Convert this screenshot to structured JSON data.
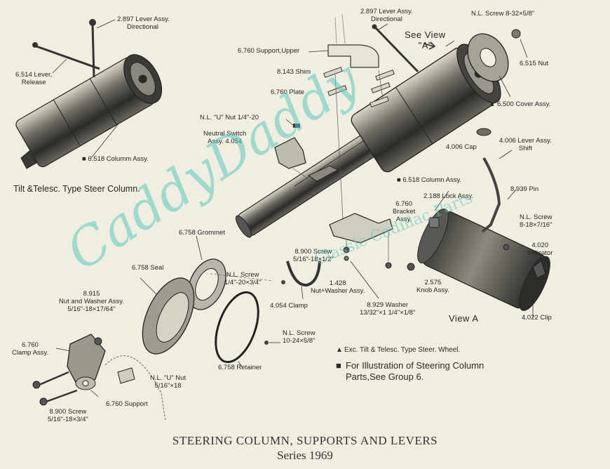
{
  "labels": {
    "lever_assy_directional_left": [
      "2.897 Lever Assy.",
      "Directional"
    ],
    "lever_release": [
      "6.514 Lever,",
      "Release"
    ],
    "column_assy_left": "■ 6.518 Columm Assy.",
    "tilt_caption": "Tilt &Telesc. Type Steer Column.",
    "support_upper": "6.760 Support,Upper",
    "shim": "8.143 Shim",
    "plate": "6.760 Plate",
    "lever_assy_directional_right": [
      "2.897 Lever Assy.",
      "Directional"
    ],
    "see_view": [
      "See View",
      "\"A\""
    ],
    "nl_screw_top": "N.L. Screw 8-32×5/8\"",
    "nut_6515": "6.515 Nut",
    "cover_assy": "▲ 6.500 Cover Assy.",
    "nl_u_nut_top": "N.L. \"U\" Nut 1/4\"-20",
    "neutral_switch": [
      "Neutral Switch",
      "Assy. 4.054"
    ],
    "cap_4006": "4.006 Cap",
    "lever_assy_shift": [
      "4.006 Lever Assy.",
      "Shift"
    ],
    "column_assy_right": "■ 6.518 Column Assy.",
    "lock_assy": "2.188 Lock Assy.",
    "pin": "8.939 Pin",
    "bracket_assy": [
      "6.760",
      "Bracket",
      "Assy."
    ],
    "nl_screw_right": [
      "N.L. Screw",
      "8-18×7/16\""
    ],
    "indicator": [
      "4.020",
      "Indicator"
    ],
    "grommet": "6.758 Grommet",
    "screw_8900_mid": [
      "8.900 Screw",
      "5/16\"-18×1/2\""
    ],
    "seal": "6.758 Seal",
    "nl_screw_mid": [
      "N.L. Screw",
      "1/4\"-20×3/4\""
    ],
    "nut_washer_1428": [
      "1.428",
      "Nut+Washer Assy."
    ],
    "washer_8929": [
      "8.929 Washer",
      "13/32\"×1 1/4\"×1/8\""
    ],
    "knob_assy": [
      "2.575",
      "Knob Assy."
    ],
    "clip_4022": "4.022 Clip",
    "view_a": "View  A",
    "nut_washer_8915": [
      "8.915",
      "Nut and Washer Assy.",
      "5/16\"-18×17/64\""
    ],
    "clamp_4054": "4.054 Clamp",
    "clamp_assy_6760": [
      "6.760",
      "Clamp Assy."
    ],
    "nl_screw_lower": [
      "N.L. Screw",
      "10-24×5/8\""
    ],
    "retainer": "6.758 Retainer",
    "nl_u_nut_lower": [
      "N.L. \"U\" Nut",
      "5/16\"×18"
    ],
    "support_6760": "6.760 Support",
    "screw_8900_low": [
      "8.900 Screw",
      "5/16\"-18×3/4\""
    ]
  },
  "notes": {
    "exc_tilt": "Exc. Tilt & Telesc. Type Steer. Wheel.",
    "illustration": [
      "For Illustration of Steering Column",
      "Parts,See Group 6."
    ]
  },
  "footer": {
    "title": "STEERING COLUMN, SUPPORTS AND LEVERS",
    "series": "Series 1969"
  },
  "watermark": {
    "main": "CaddyDaddy",
    "sub": "Classic Cadillac Parts"
  },
  "colors": {
    "paper": "#efeee0",
    "ink": "#2c2c2c",
    "watermark": "#5fc8c0"
  }
}
